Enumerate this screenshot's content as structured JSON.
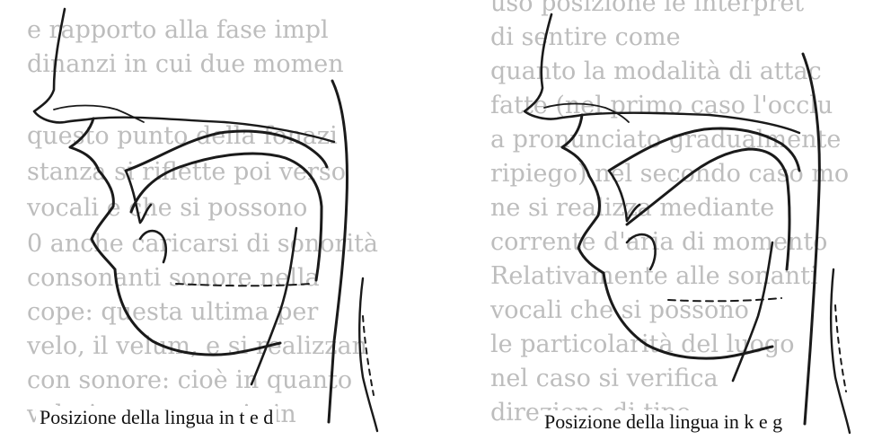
{
  "figures": [
    {
      "caption": "Posizione della lingua in t e d",
      "bleed_through_lines": [
        "e rapporto alla fase impl",
        "dinanzi in cui due momen",
        "questo punto della fonazi",
        "stanza si riflette poi verso",
        "vocali e che si possono",
        "0 anche caricarsi di sonorità",
        "consonanti sonore nella",
        "cope: questa ultima per",
        "velo, il velum, e si realizzan",
        "con sonore: cioè in quanto",
        "velari sonore: ossia in"
      ]
    },
    {
      "caption": "Posizione della lingua in k e g",
      "bleed_through_lines": [
        "uso posizione le interpret",
        "di sentire come",
        "quanto la modalità di attac",
        "fatte (nel primo caso l'occlu",
        "a pronunciato gradualmente",
        "ripiego) nel secondo caso mo",
        "ne si realizza mediante",
        "corrente d'aria di momento",
        "Relativamente alle sonanti",
        "vocali che si possono",
        "le particolarità del luogo",
        "nel caso si verifica",
        "direzione di tipo"
      ]
    }
  ]
}
